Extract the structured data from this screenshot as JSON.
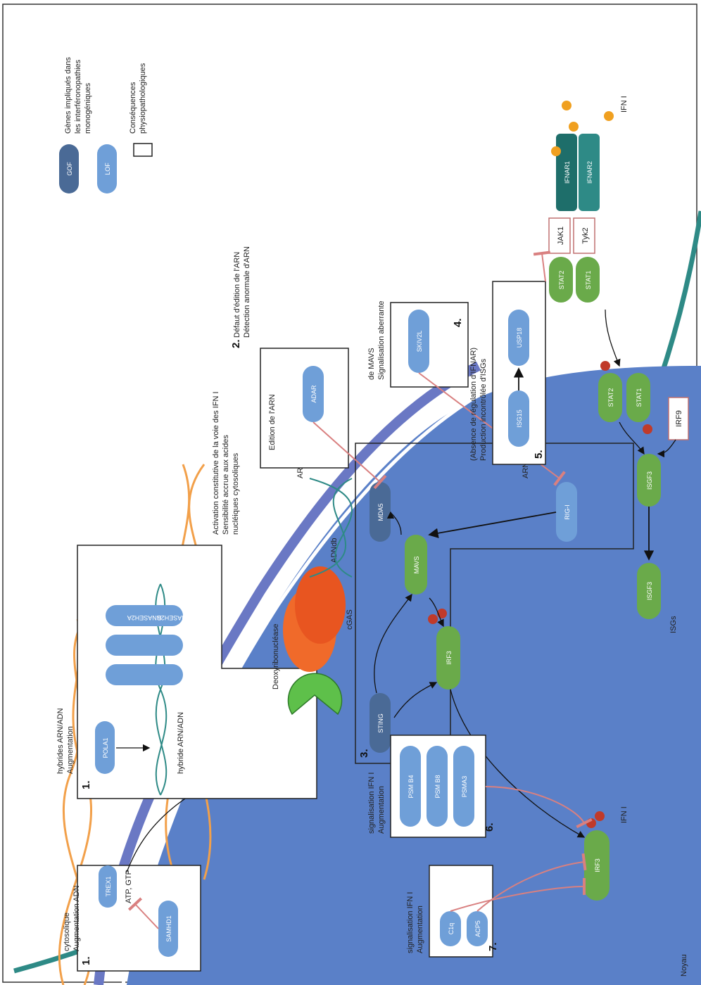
{
  "legend": {
    "gof": "GOF",
    "lof": "LOF",
    "genes_line1": "Gènes impliqués dans",
    "genes_line2": "les interféronopathies",
    "genes_line3": "monogéniques",
    "conseq_line1": "Conséquences",
    "conseq_line2": "physiopathologiques"
  },
  "box1a": {
    "num": "1.",
    "title1": "Augmentation ADN",
    "title2": "cytosolique",
    "trex1": "TREX1",
    "atp": "ATP, GTP",
    "samhd1": "SAMHD1"
  },
  "box1b": {
    "num": "1.",
    "title1": "Augmentation",
    "title2": "hybrides ARN/ADN",
    "pola1": "POLA1",
    "hybrid": "hybride ARN/ADN",
    "rnaseh2a": "RNASEH2A",
    "rnaseh2b": "RNASEH2B",
    "rnaseh2c": "RNASEH2C"
  },
  "deoxy": "Deoxyribonucléase",
  "adndb": "ADNdb",
  "cgas": "cGAS",
  "box3": {
    "num": "3.",
    "title1": "Activation constitutive de la voie des IFN I",
    "title2": "Sensibilité accrue aux acides",
    "title3": "nucléiques cytosoliques",
    "sting": "STING",
    "mavs": "MAVS",
    "mda5": "MDA5",
    "rig1": "RIG-I",
    "arndb1": "ARNdb",
    "arndb2": "ARNdb"
  },
  "irf3": "IRF3",
  "irf3_nuc": "IRF3",
  "ifn_gene": "IFN I",
  "adar_box": {
    "title": "Edition de l'ARN",
    "adar": "ADAR"
  },
  "edit_def1": "Défaut d'édition de l'ARN",
  "edit_def2": "Détection anormale d'ARN",
  "num2": "2.",
  "box4": {
    "num": "4.",
    "title1": "Signalisation aberrante",
    "title2": "de MAVS",
    "skiv2l": "SKIV2L"
  },
  "box5": {
    "num": "5.",
    "title1": "Production incontrôlée d'ISGs",
    "title2": "(Absence de régulation d'IFNAR)",
    "isg15": "ISG15",
    "usp18": "USP18"
  },
  "box6": {
    "num": "6.",
    "title1": "Augmentation",
    "title2": "signalisation IFN I",
    "psmb4": "PSM B4",
    "psmb8": "PSM B8",
    "psma3": "PSMA3"
  },
  "box7": {
    "num": "7.",
    "title1": "Augmentation",
    "title2": "signalisation IFN I",
    "c1q": "C1q",
    "acp5": "ACP5"
  },
  "receptor": {
    "ifnar1": "IFNAR1",
    "ifnar2": "IFNAR2",
    "jak1": "JAK1",
    "tyk2": "Tyk2",
    "stat1": "STAT1",
    "stat2": "STAT2",
    "ifn": "IFN I"
  },
  "cyto": {
    "stat2": "STAT2",
    "stat1": "STAT1",
    "irf9": "IRF9",
    "isgf3": "ISGF3",
    "isgf3_nuc": "ISGF3",
    "isgs": "ISGs"
  },
  "noyau": "Noyau",
  "colors": {
    "gof": "#4a6a96",
    "lof": "#6f9fd8",
    "green": "#6aaa4a",
    "membrane": "#2e8a86",
    "nucleus": "#5a80c8",
    "dna": "#f2a04a"
  }
}
